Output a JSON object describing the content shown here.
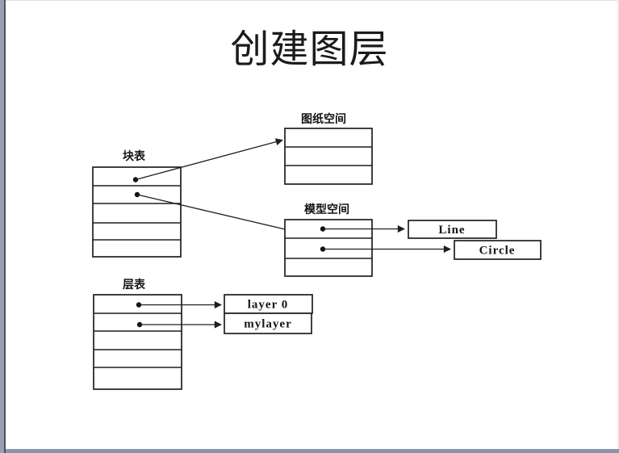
{
  "slide": {
    "title": "创建图层"
  },
  "diagram": {
    "block_table": {
      "label": "块表"
    },
    "paper_space": {
      "label": "图纸空间"
    },
    "model_space": {
      "label": "模型空间"
    },
    "layer_table": {
      "label": "层表"
    },
    "line_entity": {
      "label": "Line"
    },
    "circle_entity": {
      "label": "Circle"
    },
    "layer0_entry": {
      "label": "layer 0"
    },
    "mylayer_entry": {
      "label": "mylayer"
    }
  },
  "colors": {
    "ink": "#1f1f1f",
    "window_strip": "#97a1b2",
    "window_strip_edge": "#4b5365",
    "bottom_strip": "#8b96a8",
    "paper": "#ffffff"
  }
}
